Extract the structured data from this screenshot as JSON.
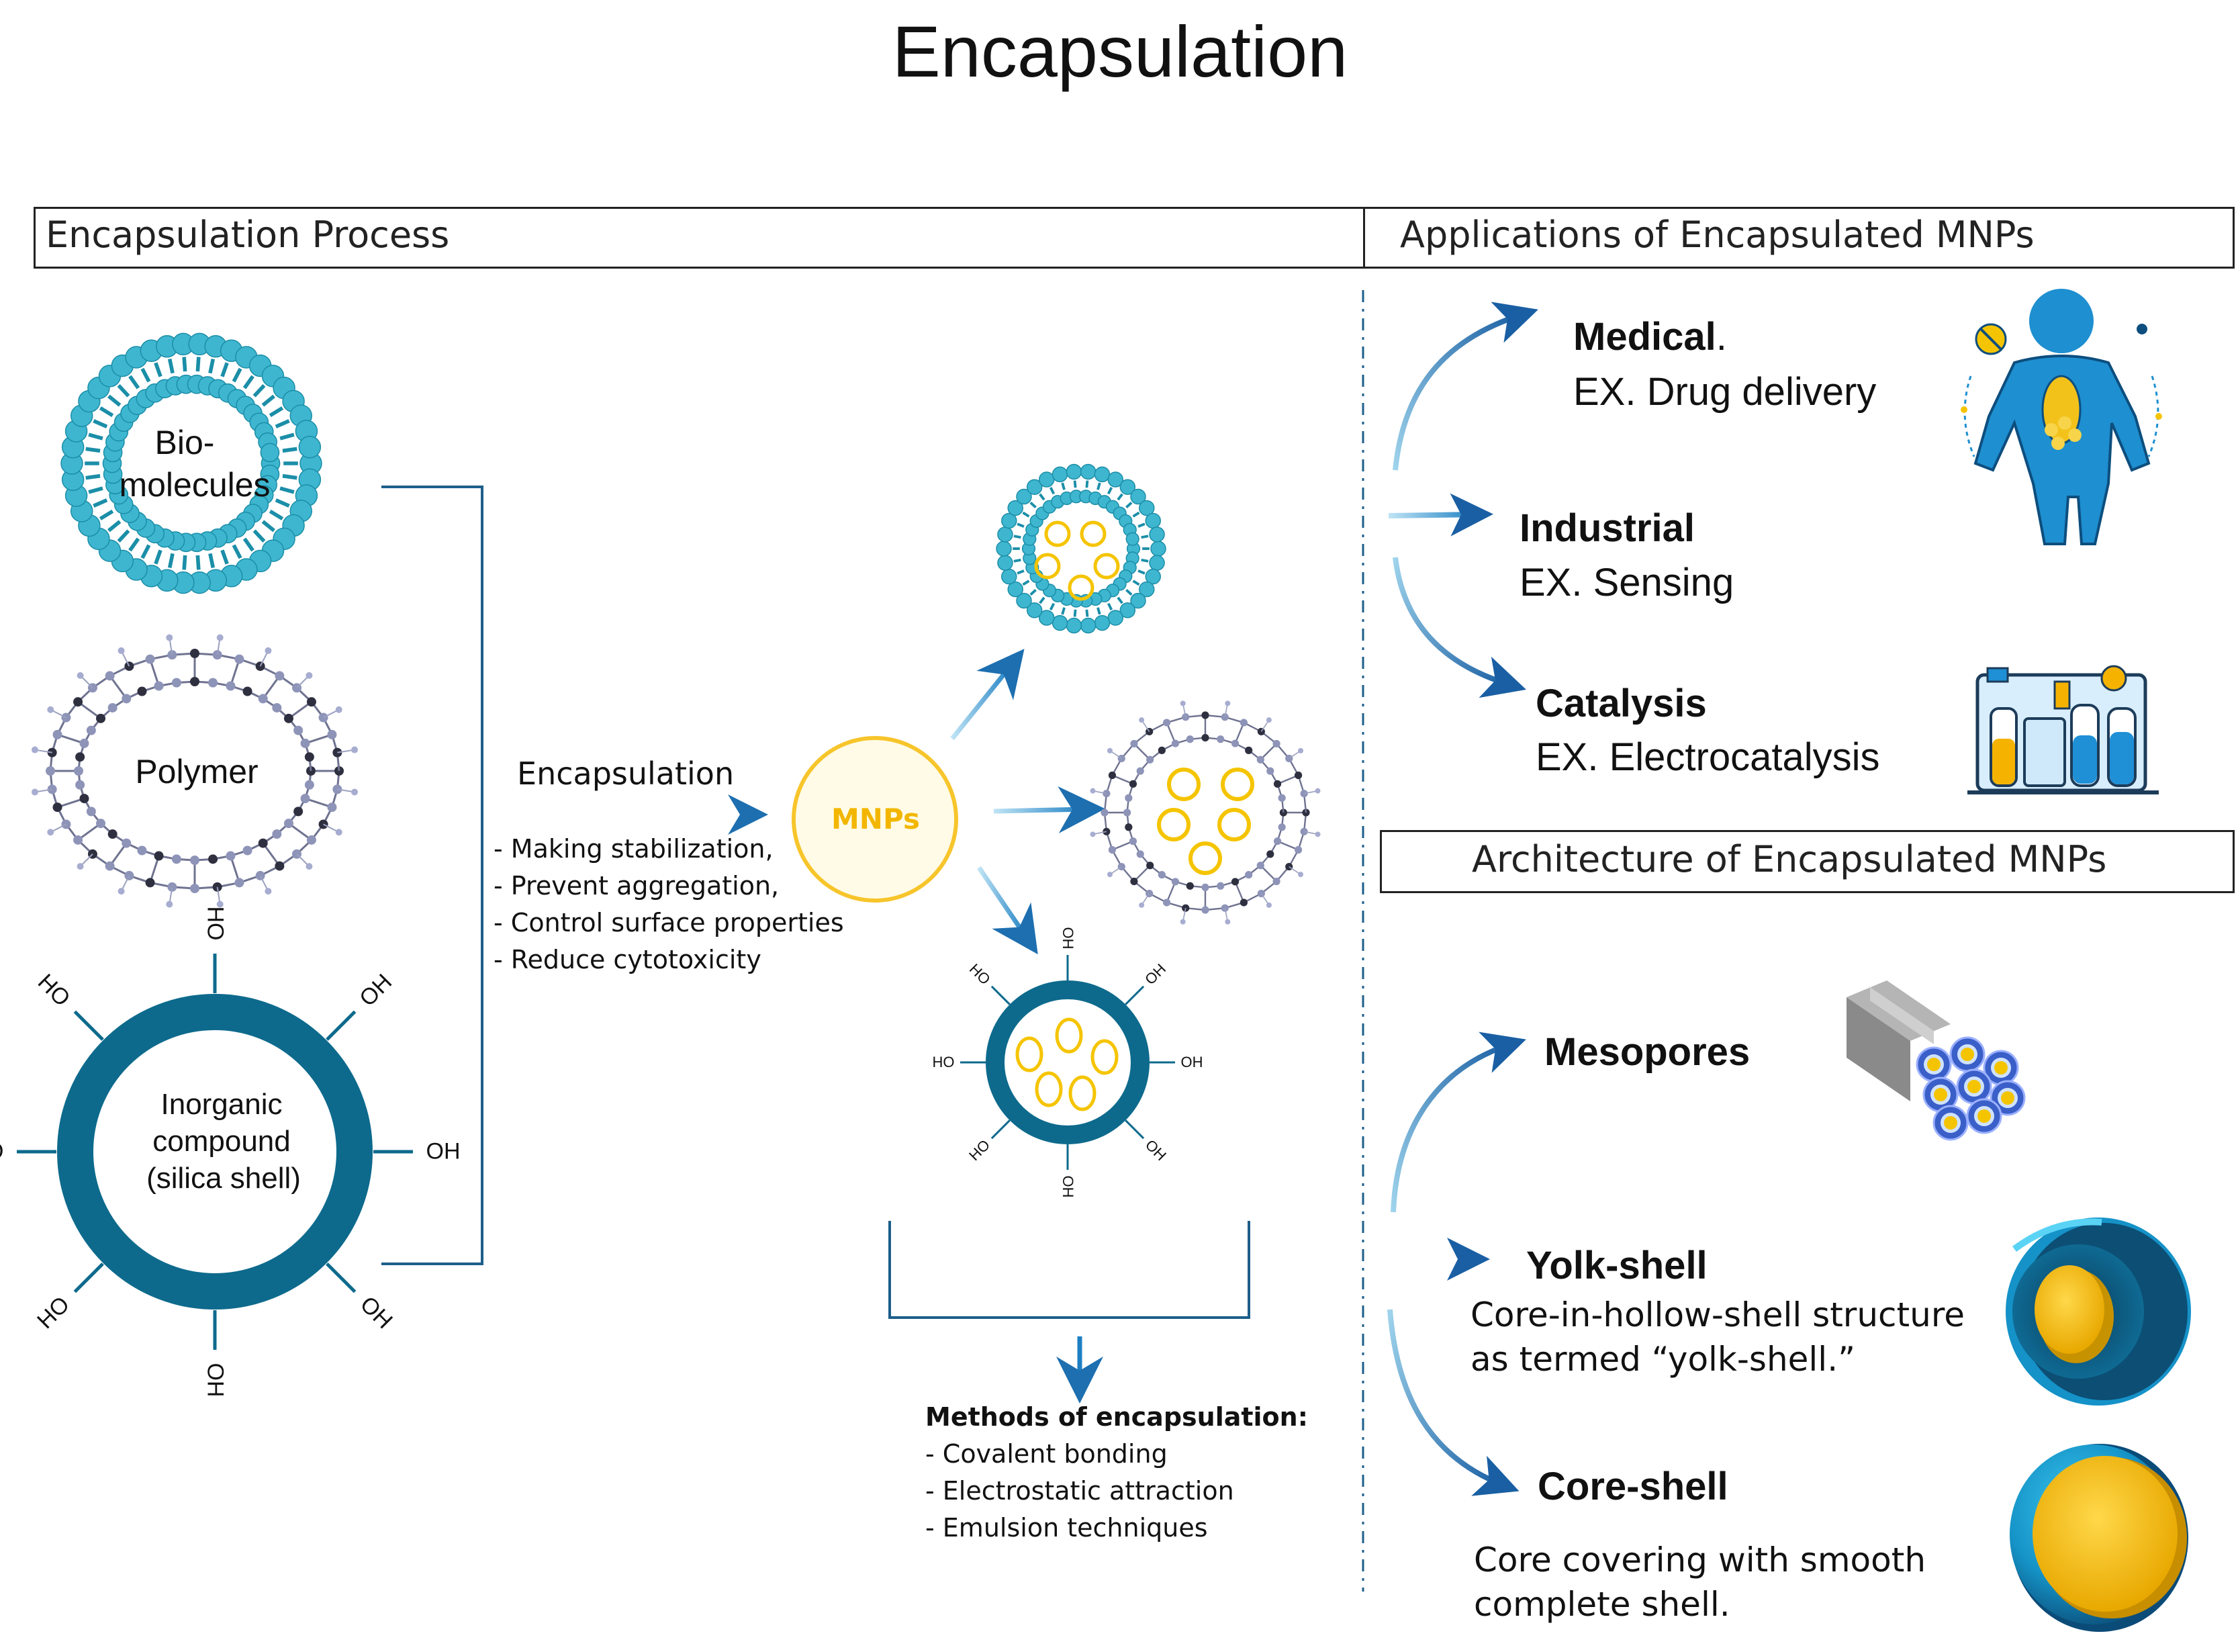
{
  "title": "Encapsulation",
  "headers": {
    "process": "Encapsulation Process",
    "applications": "Applications of Encapsulated MNPs",
    "architecture": "Architecture of Encapsulated MNPs"
  },
  "materials": {
    "bio": [
      "Bio-",
      "molecules"
    ],
    "polymer": "Polymer",
    "inorganic": [
      "Inorganic",
      "compound",
      "(silica shell)"
    ],
    "hydroxyl_oh": "OH",
    "hydroxyl_ho": "HO"
  },
  "process": {
    "arrow_label": "Encapsulation",
    "purposes": [
      "- Making stabilization,",
      "- Prevent aggregation,",
      "- Control surface properties",
      "- Reduce cytotoxicity"
    ],
    "core_label": "MNPs",
    "methods_title": "Methods of encapsulation:",
    "methods": [
      "- Covalent bonding",
      "- Electrostatic attraction",
      "- Emulsion techniques"
    ]
  },
  "applications": [
    {
      "title": "Medical",
      "title_suffix": ".",
      "example": "EX. Drug delivery",
      "icon": "human-body-icon"
    },
    {
      "title": "Industrial",
      "title_suffix": "",
      "example": "EX. Sensing",
      "icon": ""
    },
    {
      "title": "Catalysis",
      "title_suffix": "",
      "example": "EX. Electrocatalysis",
      "icon": "lab-apparatus-icon"
    }
  ],
  "architectures": [
    {
      "title": "Mesopores",
      "description": [],
      "icon": "mesopore-rods-icon"
    },
    {
      "title": "Yolk-shell",
      "description": [
        "Core-in-hollow-shell structure",
        "as termed “yolk-shell.”"
      ],
      "icon": "yolk-shell-icon"
    },
    {
      "title": "Core-shell",
      "description": [
        "Core covering with smooth",
        "complete shell."
      ],
      "icon": "core-shell-icon"
    }
  ],
  "colors": {
    "membrane": "#3fb6cf",
    "membrane_dark": "#1b8ea8",
    "shell": "#0d6a8c",
    "gold": "#f5c400",
    "gold_ring": "#f7c52b",
    "arrow": "#1d7fc2",
    "polymer_node": "#8e94b8",
    "polymer_dark": "#2e3040"
  }
}
